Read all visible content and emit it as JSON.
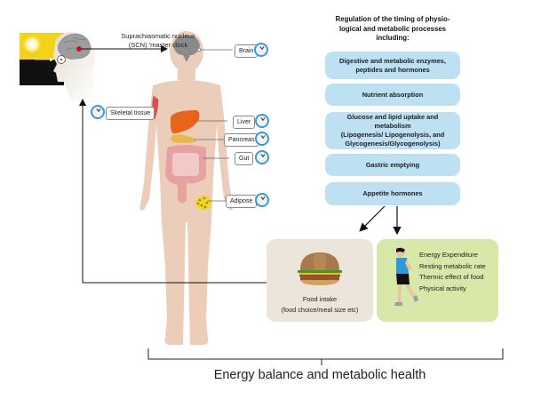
{
  "scn": {
    "label_line1": "Suprachiasmatic nucleus",
    "label_line2": "(SCN) 'master clock"
  },
  "organs": [
    {
      "name": "Brain",
      "icon": "clock-icon"
    },
    {
      "name": "Skeletal tissue",
      "icon": "clock-icon"
    },
    {
      "name": "Liver",
      "icon": "clock-icon"
    },
    {
      "name": "Pancreas",
      "icon": "clock-icon"
    },
    {
      "name": "Gut",
      "icon": "clock-icon"
    },
    {
      "name": "Adipose",
      "icon": "clock-icon"
    }
  ],
  "regulation": {
    "title_line1": "Regulation of the timing of physio-",
    "title_line2": "logical and metabolic processes",
    "title_line3": "including:",
    "processes": [
      {
        "lines": [
          "Digestive and metabolic enzymes,",
          "peptides and hormones"
        ]
      },
      {
        "lines": [
          "Nutrient absorption"
        ]
      },
      {
        "lines": [
          "Glucose and lipid uptake and metabolism",
          "(Lipogenesis/ Lipogenolysis, and",
          "Glycogenesis/Glycogenolysis)"
        ]
      },
      {
        "lines": [
          "Gastric emptying"
        ]
      },
      {
        "lines": [
          "Appetite hormones"
        ]
      }
    ]
  },
  "food_intake": {
    "icon": "burger-icon",
    "line1": "Food intake",
    "line2": "(food choice/meal size etc)"
  },
  "energy_expenditure": {
    "icon": "runner-icon",
    "items": [
      "Energy Expenditure",
      "Resting metabolic rate",
      "Thermic effect of food",
      "Physical activity"
    ]
  },
  "outcome": {
    "label": "Energy balance and metabolic health"
  },
  "colors": {
    "pill_blue": "#bde0f3",
    "food_box": "#ede5dc",
    "energy_box": "#d8e8a8",
    "clock_ring": "#3a9ad9",
    "skin": "#ebcdb9",
    "scn_dot": "#c8102e"
  }
}
